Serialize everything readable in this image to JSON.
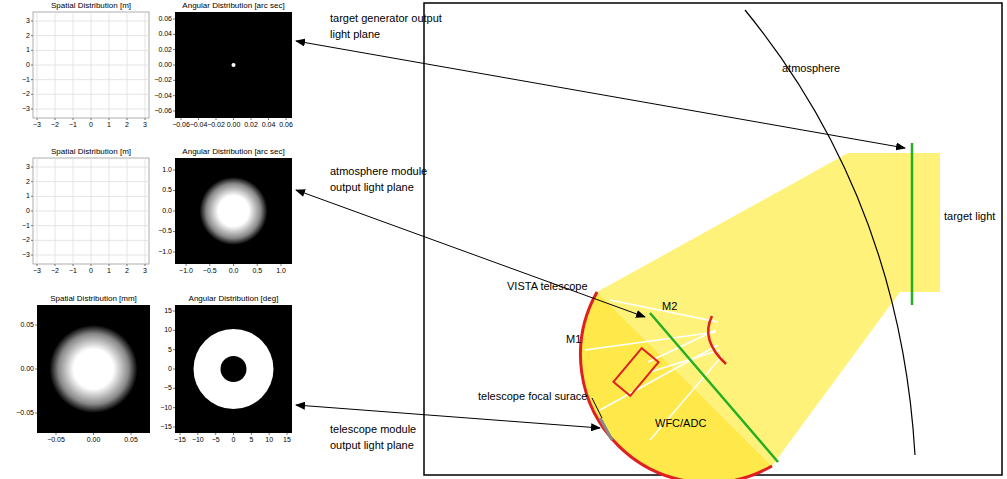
{
  "diagram": {
    "labels": [
      "Spatial Distribution [m]",
      "3",
      "2",
      "1",
      "0",
      "−1",
      "−2",
      "−3",
      "−3",
      "−2",
      "−1",
      "0",
      "1",
      "2",
      "3",
      "Angular Distribution [arc sec]",
      "0.06",
      "0.04",
      "0.02",
      "0.00",
      "−0.02",
      "−0.04",
      "−0.06",
      "−0.06",
      "−0.04",
      "−0.02",
      "0.00",
      "0.02",
      "0.04",
      "0.06",
      "Spatial Distribution [m]",
      "3",
      "2",
      "1",
      "0",
      "−1",
      "−2",
      "−3",
      "−3",
      "−2",
      "−1",
      "0",
      "1",
      "2",
      "3",
      "Angular Distribution [arc sec]",
      "1.0",
      "0.5",
      "0.0",
      "−0.5",
      "−1.0",
      "−1.0",
      "−0.5",
      "0.0",
      "0.5",
      "1.0",
      "Spatial Distribution [mm]",
      "0.05",
      "0.00",
      "−0.05",
      "−0.05",
      "0.00",
      "0.05",
      "Angular Distribution [deg]",
      "15",
      "10",
      "5",
      "0",
      "−5",
      "−10",
      "−15",
      "−15",
      "−10",
      "−5",
      "0",
      "5",
      "10",
      "15",
      "target generator output light plane",
      "atmosphere module output light plane",
      "telescope module output light plane",
      "atmosphere",
      "target light",
      "VISTA telescope",
      "M2",
      "M1",
      "telescope focal surace",
      "WFC/ADC"
    ]
  }
}
